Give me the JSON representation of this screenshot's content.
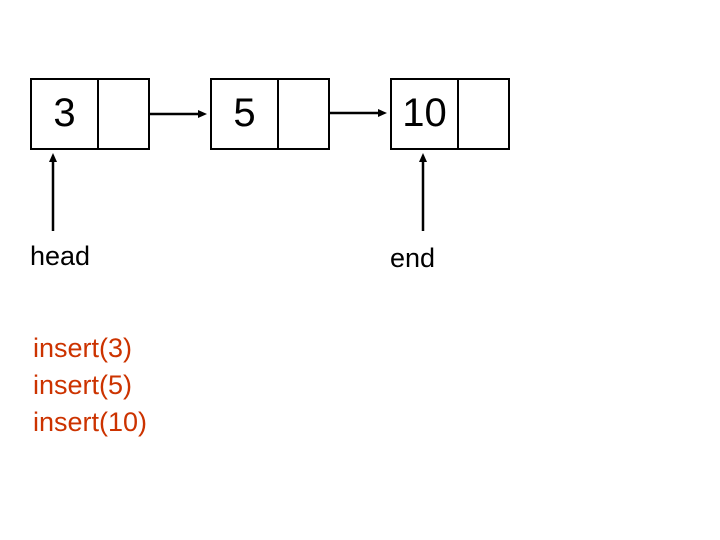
{
  "diagram": {
    "description": "singly linked list with head and end pointers",
    "nodes": [
      {
        "value": "3",
        "has_next_pointer": true
      },
      {
        "value": "5",
        "has_next_pointer": true
      },
      {
        "value": "10",
        "has_next_pointer": false
      }
    ],
    "pointers": {
      "head_label": "head",
      "end_label": "end"
    },
    "operations": {
      "lines": [
        "insert(3)",
        "insert(5)",
        "insert(10)"
      ],
      "color": "#CC3300"
    },
    "line_color": "#000000",
    "background_color": "#ffffff"
  }
}
